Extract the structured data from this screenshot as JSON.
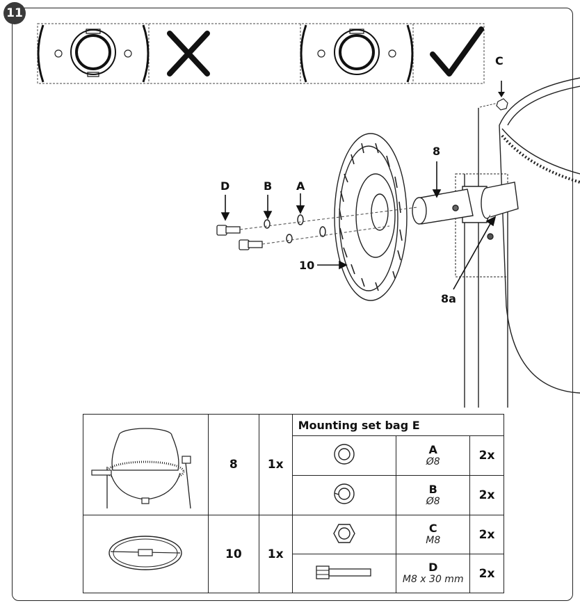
{
  "step_number": "11",
  "labels": {
    "part_8": "8",
    "part_8a": "8a",
    "part_10": "10",
    "part_a": "A",
    "part_b": "B",
    "part_c": "C",
    "part_d": "D"
  },
  "orientation_check": {
    "wrong_mark": "✕",
    "correct_mark": "✓"
  },
  "parts_table": {
    "bag_title": "Mounting set bag E",
    "main_rows": [
      {
        "part": "8",
        "qty": "1x"
      },
      {
        "part": "10",
        "qty": "1x"
      }
    ],
    "hardware": [
      {
        "code": "A",
        "spec": "Ø8",
        "qty": "2x",
        "icon": "washer-icon"
      },
      {
        "code": "B",
        "spec": "Ø8",
        "qty": "2x",
        "icon": "spring-washer-icon"
      },
      {
        "code": "C",
        "spec": "M8",
        "qty": "2x",
        "icon": "hex-nut-icon"
      },
      {
        "code": "D",
        "spec": "M8 x 30 mm",
        "qty": "2x",
        "icon": "bolt-icon"
      }
    ]
  }
}
